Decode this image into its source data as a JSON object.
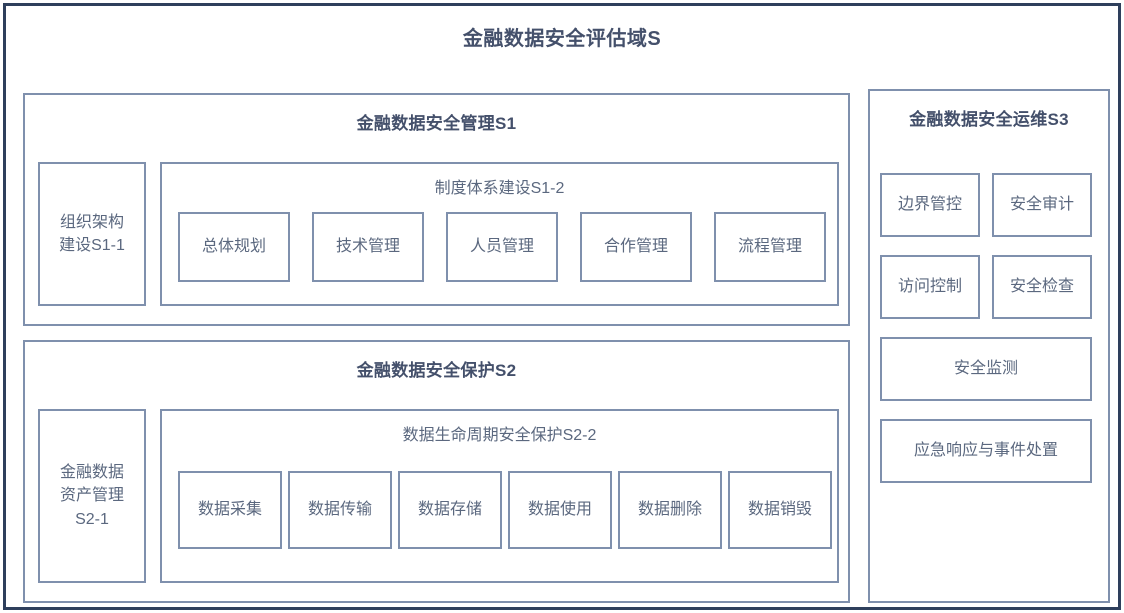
{
  "title": "金融数据安全评估域S",
  "colors": {
    "outer_border": "#2e3f5c",
    "box_border": "#7f90ad",
    "title_text": "#44506b",
    "body_text": "#5b687f",
    "background": "#ffffff"
  },
  "panels": {
    "s1": {
      "title": "金融数据安全管理S1",
      "side": {
        "label": "组织架构\n建设S1-1"
      },
      "sub": {
        "title": "制度体系建设S1-2",
        "items": [
          {
            "label": "总体规划"
          },
          {
            "label": "技术管理"
          },
          {
            "label": "人员管理"
          },
          {
            "label": "合作管理"
          },
          {
            "label": "流程管理"
          }
        ]
      }
    },
    "s2": {
      "title": "金融数据安全保护S2",
      "side": {
        "label": "金融数据\n资产管理\nS2-1"
      },
      "sub": {
        "title": "数据生命周期安全保护S2-2",
        "items": [
          {
            "label": "数据采集"
          },
          {
            "label": "数据传输"
          },
          {
            "label": "数据存储"
          },
          {
            "label": "数据使用"
          },
          {
            "label": "数据删除"
          },
          {
            "label": "数据销毁"
          }
        ]
      }
    },
    "s3": {
      "title": "金融数据安全运维S3",
      "items": [
        {
          "label": "边界管控"
        },
        {
          "label": "安全审计"
        },
        {
          "label": "访问控制"
        },
        {
          "label": "安全检查"
        },
        {
          "label": "安全监测"
        },
        {
          "label": "应急响应与事件处置"
        }
      ]
    }
  },
  "chart_data": {
    "type": "diagram",
    "title": "金融数据安全评估域S",
    "structure": [
      {
        "id": "S1",
        "label": "金融数据安全管理S1",
        "children": [
          {
            "id": "S1-1",
            "label": "组织架构建设S1-1",
            "children": []
          },
          {
            "id": "S1-2",
            "label": "制度体系建设S1-2",
            "children": [
              {
                "label": "总体规划"
              },
              {
                "label": "技术管理"
              },
              {
                "label": "人员管理"
              },
              {
                "label": "合作管理"
              },
              {
                "label": "流程管理"
              }
            ]
          }
        ]
      },
      {
        "id": "S2",
        "label": "金融数据安全保护S2",
        "children": [
          {
            "id": "S2-1",
            "label": "金融数据资产管理S2-1",
            "children": []
          },
          {
            "id": "S2-2",
            "label": "数据生命周期安全保护S2-2",
            "children": [
              {
                "label": "数据采集"
              },
              {
                "label": "数据传输"
              },
              {
                "label": "数据存储"
              },
              {
                "label": "数据使用"
              },
              {
                "label": "数据删除"
              },
              {
                "label": "数据销毁"
              }
            ]
          }
        ]
      },
      {
        "id": "S3",
        "label": "金融数据安全运维S3",
        "children": [
          {
            "label": "边界管控"
          },
          {
            "label": "安全审计"
          },
          {
            "label": "访问控制"
          },
          {
            "label": "安全检查"
          },
          {
            "label": "安全监测"
          },
          {
            "label": "应急响应与事件处置"
          }
        ]
      }
    ]
  }
}
